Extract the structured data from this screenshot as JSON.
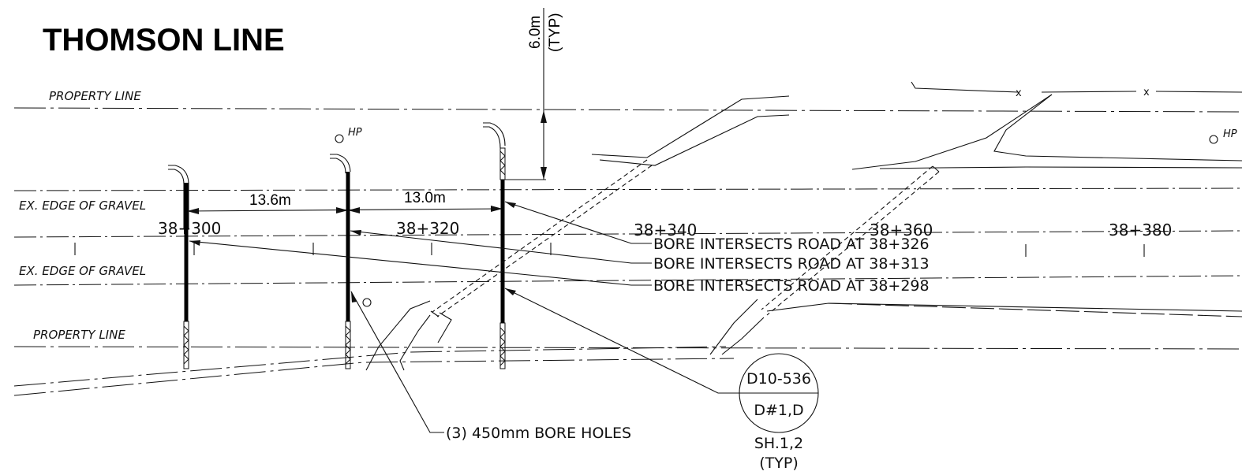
{
  "title": "THOMSON LINE",
  "dimension_typ": {
    "value": "6.0m",
    "note": "(TYP)"
  },
  "labels": {
    "property_line_top": "PROPERTY LINE",
    "property_line_bottom": "PROPERTY LINE",
    "edge_gravel_top": "EX. EDGE OF GRAVEL",
    "edge_gravel_bottom": "EX. EDGE OF GRAVEL",
    "hp_1": "HP",
    "hp_2": "HP",
    "fence_x_1": "x",
    "fence_x_2": "x"
  },
  "spacings": [
    "13.6m",
    "13.0m"
  ],
  "stations": [
    "38+300",
    "38+320",
    "38+340",
    "38+360",
    "38+380"
  ],
  "bore_notes": [
    "BORE INTERSECTS ROAD AT 38+326",
    "BORE INTERSECTS ROAD AT 38+313",
    "BORE INTERSECTS ROAD AT 38+298"
  ],
  "bore_holes_note": "(3) 450mm BORE HOLES",
  "detail_callout": {
    "top": "D10-536",
    "bottom": "D#1,D",
    "sheet": "SH.1,2",
    "note": "(TYP)"
  }
}
